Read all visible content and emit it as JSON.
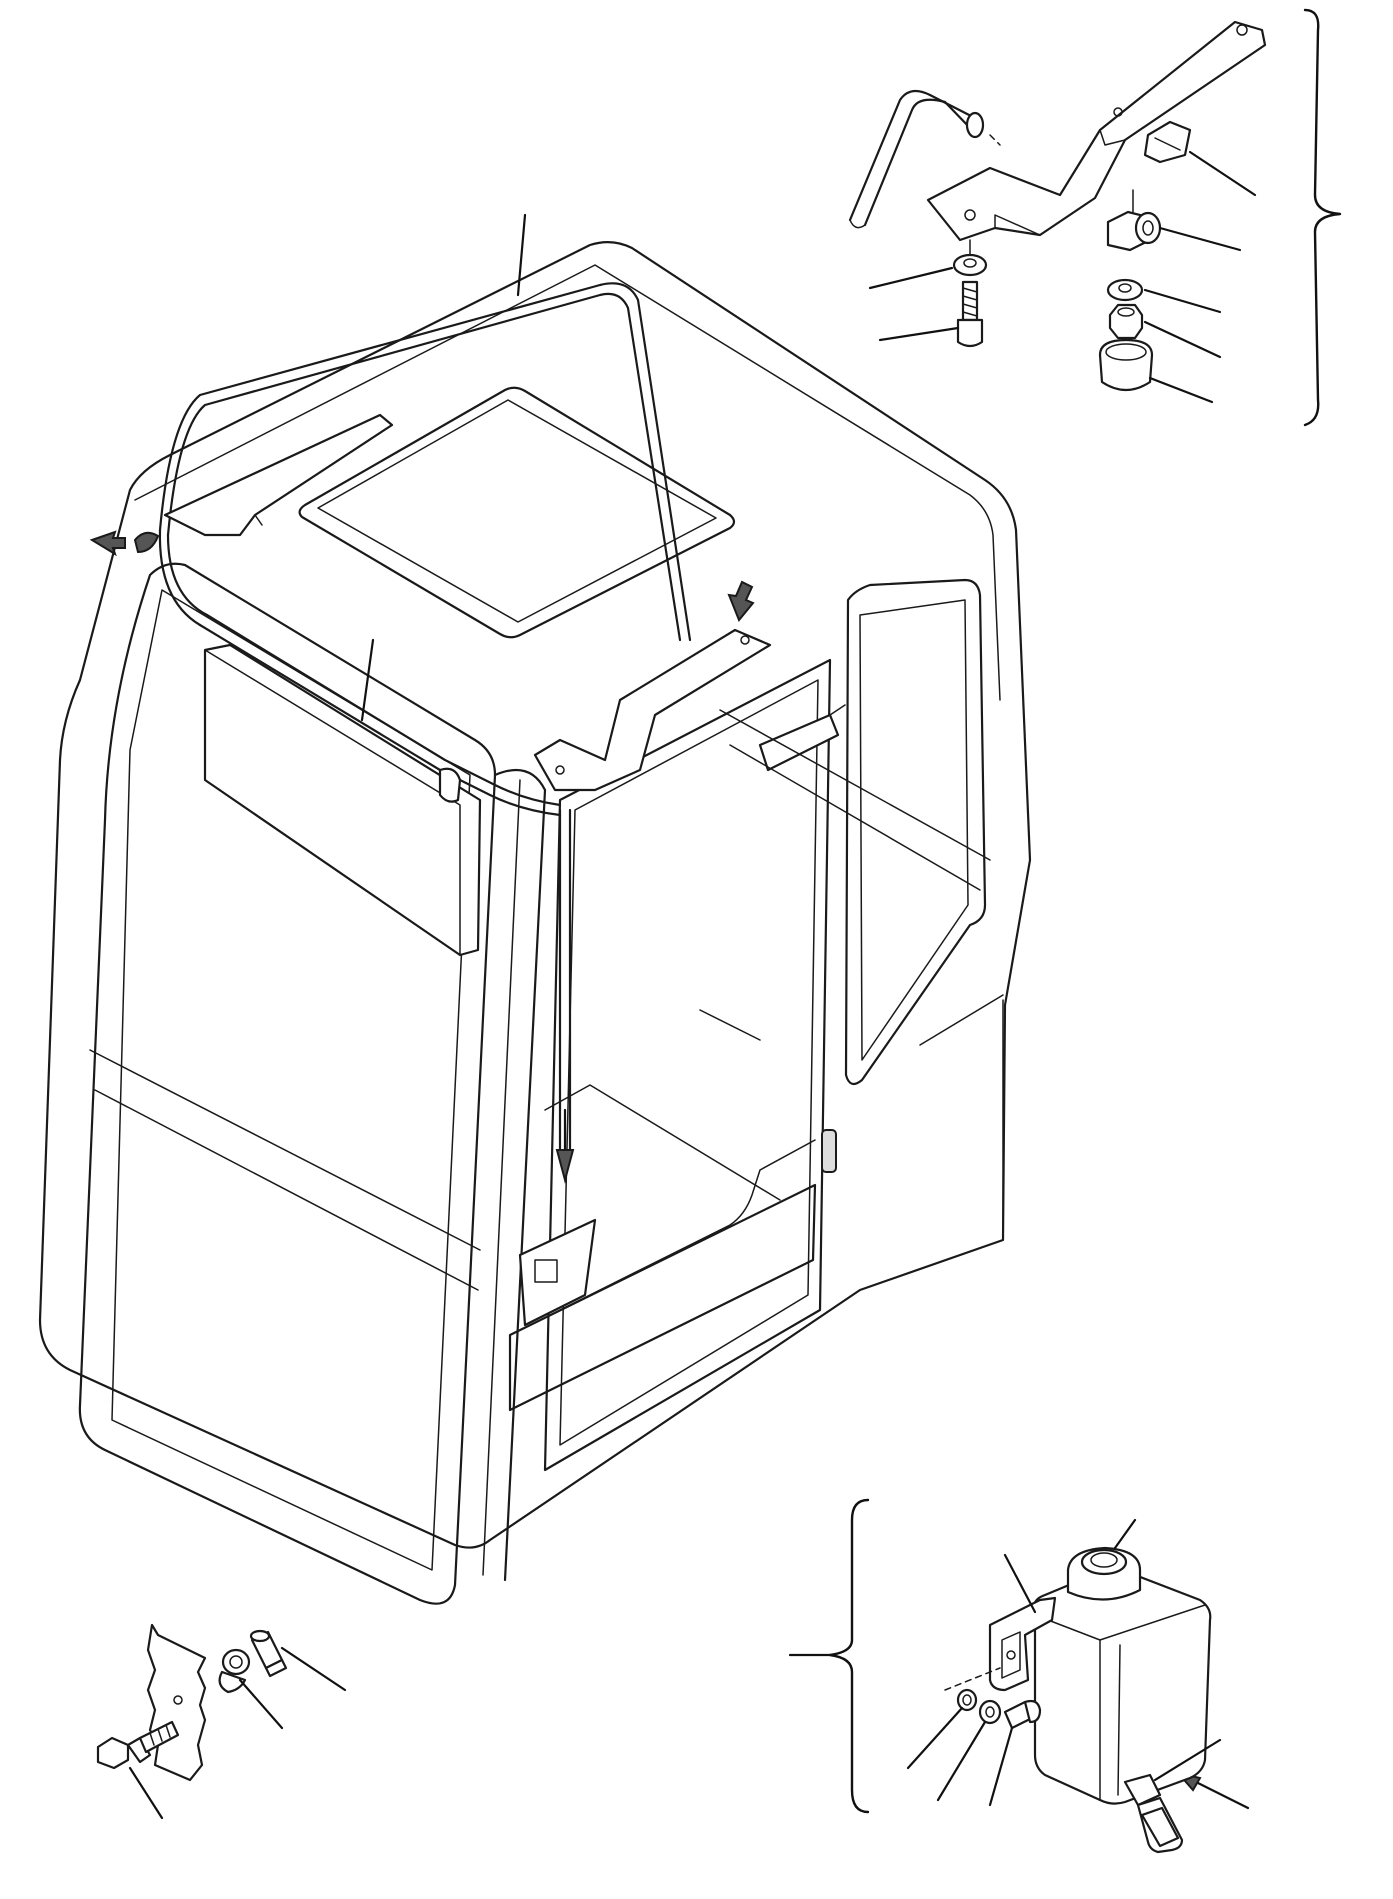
{
  "diagram": {
    "labels": [],
    "parts": [
      "operator-cab",
      "roof-washer-pipe",
      "sun-visor",
      "mounting-bracket",
      "washer-tank",
      "washer-tank-bracket",
      "wall-grommet"
    ],
    "callout_arrows": 4,
    "detail_groups": 3
  },
  "colors": {
    "line": "#1a1a1a",
    "background": "#ffffff",
    "shade": "#dddddd"
  }
}
